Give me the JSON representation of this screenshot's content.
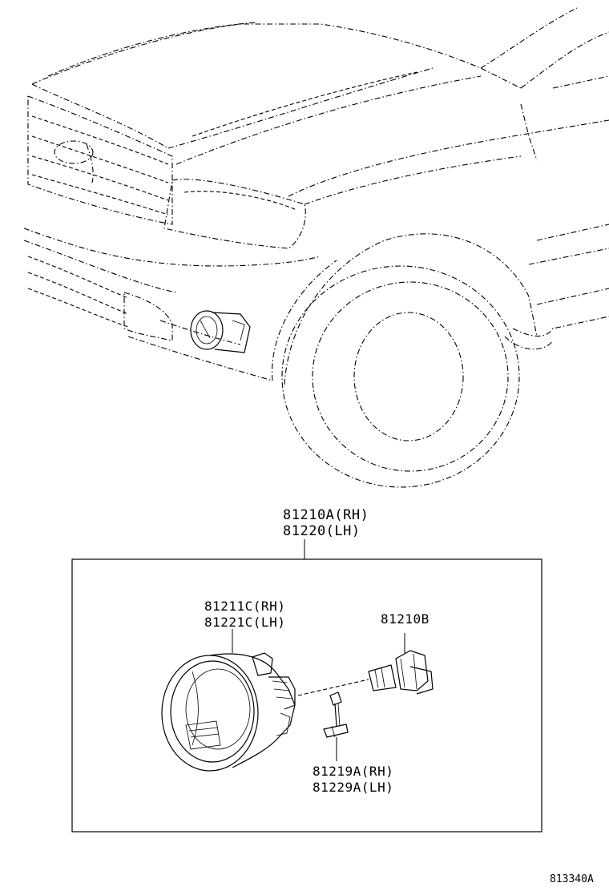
{
  "callouts": {
    "assembly_rh": "81210A(RH)",
    "assembly_lh": "81220(LH)",
    "unit_rh": "81211C(RH)",
    "unit_lh": "81221C(LH)",
    "bulb": "81210B",
    "socket_rh": "81219A(RH)",
    "socket_lh": "81229A(LH)"
  },
  "figure_id": "813340A"
}
